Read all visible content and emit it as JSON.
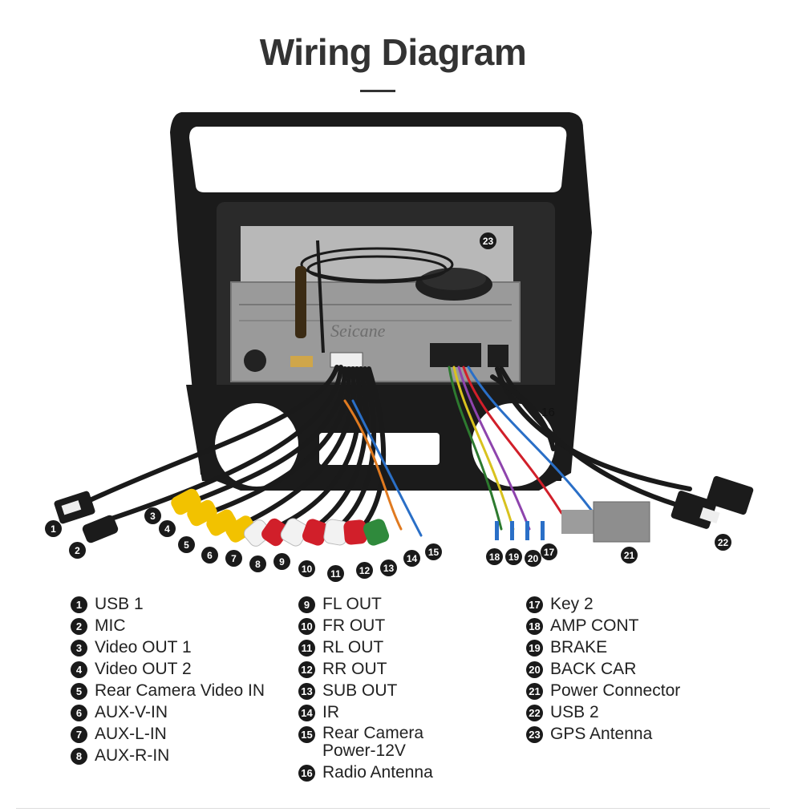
{
  "title": "Wiring Diagram",
  "watermark": "Seicane",
  "callouts": [
    {
      "num": "1"
    },
    {
      "num": "2"
    },
    {
      "num": "3"
    },
    {
      "num": "4"
    },
    {
      "num": "5"
    },
    {
      "num": "6"
    },
    {
      "num": "7"
    },
    {
      "num": "8"
    },
    {
      "num": "9"
    },
    {
      "num": "10"
    },
    {
      "num": "11"
    },
    {
      "num": "12"
    },
    {
      "num": "13"
    },
    {
      "num": "14"
    },
    {
      "num": "15"
    },
    {
      "num": "16"
    },
    {
      "num": "17"
    },
    {
      "num": "18"
    },
    {
      "num": "19"
    },
    {
      "num": "20"
    },
    {
      "num": "21"
    },
    {
      "num": "22"
    },
    {
      "num": "23"
    }
  ],
  "legend": {
    "col1": [
      {
        "num": "1",
        "label": "USB 1"
      },
      {
        "num": "2",
        "label": "MIC"
      },
      {
        "num": "3",
        "label": "Video OUT 1"
      },
      {
        "num": "4",
        "label": "Video OUT 2"
      },
      {
        "num": "5",
        "label": "Rear Camera Video IN"
      },
      {
        "num": "6",
        "label": "AUX-V-IN"
      },
      {
        "num": "7",
        "label": "AUX-L-IN"
      },
      {
        "num": "8",
        "label": "AUX-R-IN"
      }
    ],
    "col2": [
      {
        "num": "9",
        "label": "FL OUT"
      },
      {
        "num": "10",
        "label": "FR OUT"
      },
      {
        "num": "11",
        "label": "RL OUT"
      },
      {
        "num": "12",
        "label": "RR OUT"
      },
      {
        "num": "13",
        "label": "SUB OUT"
      },
      {
        "num": "14",
        "label": "IR"
      },
      {
        "num": "15",
        "label": "Rear Camera Power-12V"
      },
      {
        "num": "16",
        "label": "Radio Antenna"
      }
    ],
    "col3": [
      {
        "num": "17",
        "label": "Key 2"
      },
      {
        "num": "18",
        "label": "AMP CONT"
      },
      {
        "num": "19",
        "label": "BRAKE"
      },
      {
        "num": "20",
        "label": "BACK CAR"
      },
      {
        "num": "21",
        "label": "Power Connector"
      },
      {
        "num": "22",
        "label": "USB 2"
      },
      {
        "num": "23",
        "label": "GPS Antenna"
      }
    ]
  },
  "colors": {
    "frame": "#1b1b1b",
    "chassis": "#9a9a9a",
    "rca_yellow": "#f2c200",
    "rca_red": "#d11f2a",
    "rca_white": "#f2f2f2",
    "rca_green": "#2f8a3c"
  }
}
